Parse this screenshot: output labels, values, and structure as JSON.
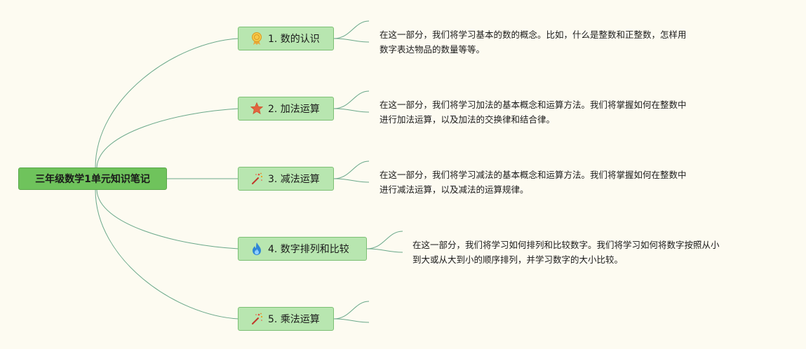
{
  "root": {
    "label": "三年级数学1单元知识笔记"
  },
  "topics": [
    {
      "label": "1. 数的认识",
      "icon": "award-ribbon-icon",
      "desc_lines": [
        "在这一部分，我们将学习基本的数的概念。比如，什么是整数和正整数，怎样用",
        "数字表达物品的数量等等。"
      ]
    },
    {
      "label": "2. 加法运算",
      "icon": "star-icon",
      "desc_lines": [
        "在这一部分，我们将学习加法的基本概念和运算方法。我们将掌握如何在整数中",
        "进行加法运算，以及加法的交换律和结合律。"
      ]
    },
    {
      "label": "3. 减法运算",
      "icon": "magic-wand-icon",
      "desc_lines": [
        "在这一部分，我们将学习减法的基本概念和运算方法。我们将掌握如何在整数中",
        "进行减法运算，以及减法的运算规律。"
      ]
    },
    {
      "label": "4. 数字排列和比较",
      "icon": "flame-icon",
      "desc_lines": [
        "在这一部分，我们将学习如何排列和比较数字。我们将学习如何将数字按照从小",
        "到大或从大到小的顺序排列，并学习数字的大小比较。"
      ]
    },
    {
      "label": "5. 乘法运算",
      "icon": "magic-wand-icon",
      "desc_lines": []
    }
  ],
  "colors": {
    "background": "#fdfbf1",
    "root_fill": "#6fc35c",
    "topic_fill": "#b8e6b0",
    "line": "#6aa88a"
  }
}
